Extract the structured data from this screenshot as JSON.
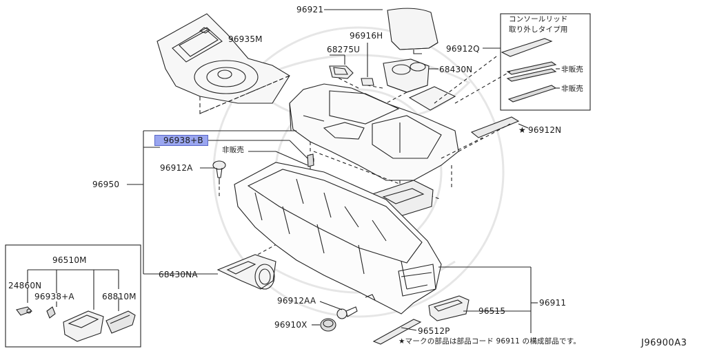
{
  "parts": {
    "p96921": "96921",
    "p96916H": "96916H",
    "p96935M": "96935M",
    "p68275U": "68275U",
    "p96912Q": "96912Q",
    "p68430N": "68430N",
    "p96912N": "96912N",
    "p96938B": "96938+B",
    "p96912A": "96912A",
    "p96950": "96950",
    "p96510M": "96510M",
    "p24860N": "24860N",
    "p96938A": "96938+A",
    "p68810M": "68810M",
    "p68430NA": "68430NA",
    "p96912AA": "96912AA",
    "p96910X": "96910X",
    "p96515": "96515",
    "p96911": "96911",
    "p96512P": "96512P"
  },
  "notes": {
    "not_for_sale": "非販売",
    "lid_box_line1": "コンソールリッド",
    "lid_box_line2": "取り外しタイプ用",
    "star": "★",
    "footnote": "★マークの部品は部品コード 96911 の構成部品です。"
  },
  "diagram_code": "J96900A3",
  "highlight_color": "#9aa6f0"
}
